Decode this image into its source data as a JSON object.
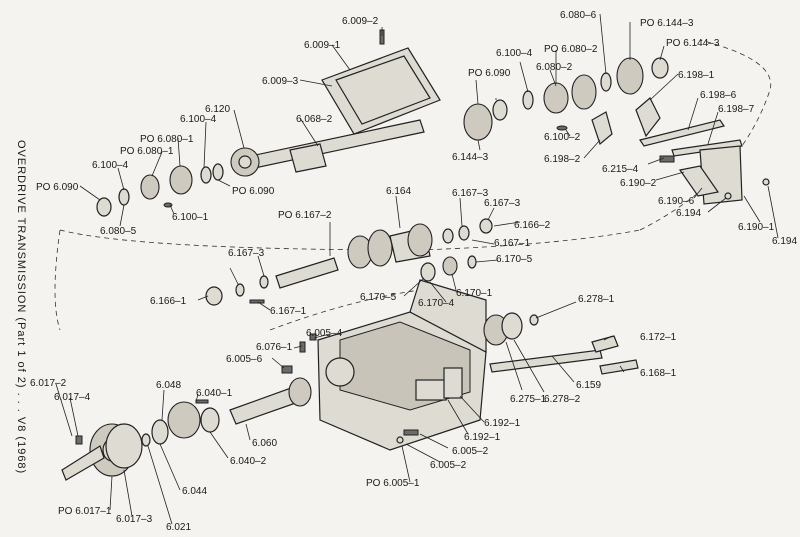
{
  "side_title": "OVERDRIVE TRANSMISSION (Part 1 of 2) . . . V8 (1968)",
  "labels": [
    {
      "id": "l6009_2",
      "text": "6.009–2"
    },
    {
      "id": "l6009_1",
      "text": "6.009–1"
    },
    {
      "id": "l6009_3",
      "text": "6.009–3"
    },
    {
      "id": "l6068_2",
      "text": "6.068–2"
    },
    {
      "id": "l6120",
      "text": "6.120"
    },
    {
      "id": "l6100_4a",
      "text": "6.100–4"
    },
    {
      "id": "lpo6080_1a",
      "text": "PO 6.080–1"
    },
    {
      "id": "lpo6080_1b",
      "text": "PO 6.080–1"
    },
    {
      "id": "l6100_4b",
      "text": "6.100–4"
    },
    {
      "id": "lpo6090a",
      "text": "PO 6.090"
    },
    {
      "id": "l6080_5",
      "text": "6.080–5"
    },
    {
      "id": "l6100_1",
      "text": "6.100–1"
    },
    {
      "id": "lpo6090b",
      "text": "PO 6.090"
    },
    {
      "id": "l6100_4c",
      "text": "6.100–4"
    },
    {
      "id": "lpo6090c",
      "text": "PO 6.090"
    },
    {
      "id": "lpo6080_2",
      "text": "PO 6.080–2"
    },
    {
      "id": "l6080_2",
      "text": "6.080–2"
    },
    {
      "id": "l6080_6",
      "text": "6.080–6"
    },
    {
      "id": "lpo6144_3a",
      "text": "PO 6.144–3"
    },
    {
      "id": "lpo6144_3b",
      "text": "PO 6.144–3"
    },
    {
      "id": "l6198_1",
      "text": "6.198–1"
    },
    {
      "id": "l6198_6",
      "text": "6.198–6"
    },
    {
      "id": "l6198_7",
      "text": "6.198–7"
    },
    {
      "id": "l6144_3",
      "text": "6.144–3"
    },
    {
      "id": "l6100_2",
      "text": "6.100–2"
    },
    {
      "id": "l6198_2",
      "text": "6.198–2"
    },
    {
      "id": "l6215_4",
      "text": "6.215–4"
    },
    {
      "id": "l6190_2",
      "text": "6.190–2"
    },
    {
      "id": "l6190_6",
      "text": "6.190–6"
    },
    {
      "id": "l6194a",
      "text": "6.194"
    },
    {
      "id": "l6190_1",
      "text": "6.190–1"
    },
    {
      "id": "l6194b",
      "text": "6.194"
    },
    {
      "id": "l6164",
      "text": "6.164"
    },
    {
      "id": "lpo6167_2",
      "text": "PO 6.167–2"
    },
    {
      "id": "l6167_3a",
      "text": "6.167–3"
    },
    {
      "id": "l6167_3b",
      "text": "6.167–3"
    },
    {
      "id": "l6166_2",
      "text": "6.166–2"
    },
    {
      "id": "l6167_1a",
      "text": "6.167–1"
    },
    {
      "id": "l6170_5a",
      "text": "6.170–5"
    },
    {
      "id": "l6167_3c",
      "text": "6.167–3"
    },
    {
      "id": "l6166_1",
      "text": "6.166–1"
    },
    {
      "id": "l6167_1b",
      "text": "6.167–1"
    },
    {
      "id": "l6170_1",
      "text": "6.170–1"
    },
    {
      "id": "l6170_5b",
      "text": "6.170–5"
    },
    {
      "id": "l6170_4",
      "text": "6.170–4"
    },
    {
      "id": "l6278_1",
      "text": "6.278–1"
    },
    {
      "id": "l6005_4",
      "text": "6.005–4"
    },
    {
      "id": "l6076_1",
      "text": "6.076–1"
    },
    {
      "id": "l6005_6",
      "text": "6.005–6"
    },
    {
      "id": "l6172_1",
      "text": "6.172–1"
    },
    {
      "id": "l6168_1",
      "text": "6.168–1"
    },
    {
      "id": "l6159",
      "text": "6.159"
    },
    {
      "id": "l6275_1",
      "text": "6.275–1"
    },
    {
      "id": "l6278_2",
      "text": "6.278–2"
    },
    {
      "id": "l6192_1a",
      "text": "6.192–1"
    },
    {
      "id": "l6192_1b",
      "text": "6.192–1"
    },
    {
      "id": "l6017_2",
      "text": "6.017–2"
    },
    {
      "id": "l6017_4",
      "text": "6.017–4"
    },
    {
      "id": "l6048",
      "text": "6.048"
    },
    {
      "id": "l6040_1",
      "text": "6.040–1"
    },
    {
      "id": "l6060",
      "text": "6.060"
    },
    {
      "id": "l6040_2",
      "text": "6.040–2"
    },
    {
      "id": "l6044",
      "text": "6.044"
    },
    {
      "id": "l6021",
      "text": "6.021"
    },
    {
      "id": "lpo6017_1",
      "text": "PO 6.017–1"
    },
    {
      "id": "l6017_3",
      "text": "6.017–3"
    },
    {
      "id": "l6005_2a",
      "text": "6.005–2"
    },
    {
      "id": "l6005_2b",
      "text": "6.005–2"
    },
    {
      "id": "lpo6005_1",
      "text": "PO 6.005–1"
    }
  ]
}
